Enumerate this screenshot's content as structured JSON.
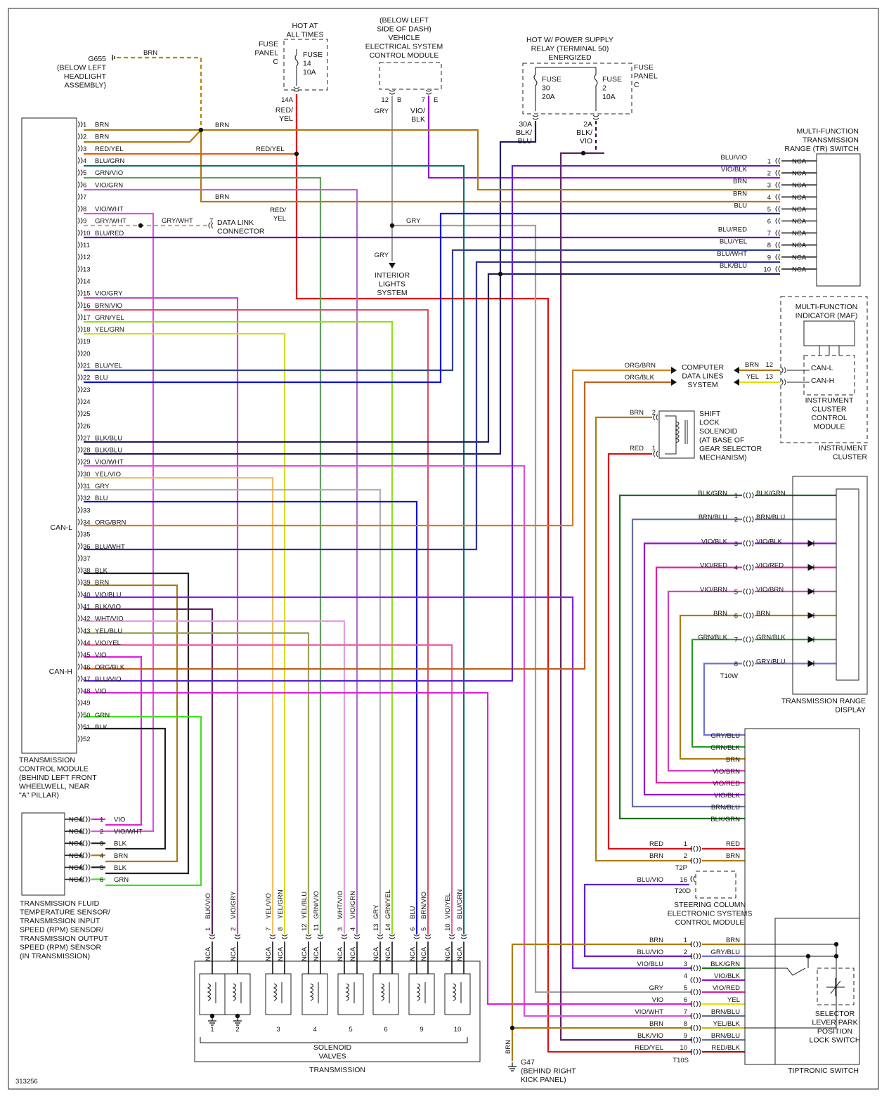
{
  "figure_id": "313256",
  "colors": {
    "BRN": "#b8860b",
    "RED": "#e01010",
    "ORG": "#f07010",
    "BLU": "#1010e0",
    "GRN": "#20c020",
    "VIO": "#9010e0",
    "GRY": "#a0a0a0",
    "YEL": "#e0e000",
    "BLK": "#202020",
    "WHT": "#c8c8c8",
    "PNK": "#e040e0"
  },
  "components": {
    "tcm": [
      "TRANSMISSION",
      "CONTROL MODULE",
      "(BEHIND LEFT FRONT",
      "WHEELWELL, NEAR",
      "\"A\" PILLAR)"
    ],
    "can_l": "CAN-L",
    "can_h": "CAN-H",
    "ground_g655": [
      "G655",
      "(BELOW LEFT",
      "HEADLIGHT",
      "ASSEMBLY)"
    ],
    "hot_at_all_times": [
      "HOT AT",
      "ALL TIMES"
    ],
    "fuse_panel_c_left": [
      "FUSE",
      "PANEL",
      "C"
    ],
    "fuse14": [
      "FUSE",
      "14",
      "10A"
    ],
    "fuse14_term": "14A",
    "vescm": [
      "(BELOW LEFT",
      "SIDE OF DASH)",
      "VEHICLE",
      "ELECTRICAL SYSTEM",
      "CONTROL MODULE"
    ],
    "vescm_pins": [
      "12",
      "B",
      "7",
      "E"
    ],
    "hot_w_power": [
      "HOT W/ POWER SUPPLY",
      "RELAY (TERMINAL 50)",
      "ENERGIZED"
    ],
    "fuse30": [
      "FUSE",
      "30",
      "20A"
    ],
    "fuse2": [
      "FUSE",
      "2",
      "10A"
    ],
    "fuse_panel_c_right": [
      "FUSE",
      "PANEL",
      "C"
    ],
    "fuse30_term": [
      "30A",
      "BLK/",
      "BLU"
    ],
    "fuse2_term": [
      "2A",
      "BLK/",
      "VIO"
    ],
    "interior_lights": [
      "INTERIOR",
      "LIGHTS",
      "SYSTEM"
    ],
    "data_link": [
      "DATA LINK",
      "CONNECTOR"
    ],
    "tr_switch": [
      "MULTI-FUNCTION",
      "TRANSMISSION",
      "RANGE (TR) SWITCH"
    ],
    "maf": [
      "MULTI-FUNCTION",
      "INDICATOR (MAF)"
    ],
    "can_l_lbl": "CAN-L",
    "can_h_lbl": "CAN-H",
    "icc": [
      "INSTRUMENT",
      "CLUSTER",
      "CONTROL",
      "MODULE"
    ],
    "instrument_cluster": [
      "INSTRUMENT",
      "CLUSTER"
    ],
    "computer_data": [
      "COMPUTER",
      "DATA LINES",
      "SYSTEM"
    ],
    "shift_lock": [
      "SHIFT",
      "LOCK",
      "SOLENOID",
      "(AT BASE OF",
      "GEAR SELECTOR",
      "MECHANISM)"
    ],
    "tr_display": [
      "TRANSMISSION RANGE",
      "DISPLAY"
    ],
    "t10w": "T10W",
    "t2p": "T2P",
    "t20d": "T20D",
    "t10s": "T10S",
    "scescm": [
      "STEERING COLUMN",
      "ELECTRONIC SYSTEMS",
      "CONTROL MODULE"
    ],
    "selector": [
      "SELECTOR",
      "LEVER PARK",
      "POSITION",
      "LOCK SWITCH"
    ],
    "tiptronic": "TIPTRONIC SWITCH",
    "tft_sensor": [
      "TRANSMISSION FLUID",
      "TEMPERATURE SENSOR/",
      "TRANSMISSION INPUT",
      "SPEED (RPM) SENSOR/",
      "TRANSMISSION OUTPUT",
      "SPEED (RPM) SENSOR",
      "(IN TRANSMISSION)"
    ],
    "solenoid_valves": [
      "SOLENOID",
      "VALVES"
    ],
    "transmission": "TRANSMISSION",
    "g47": [
      "G47",
      "(BEHIND RIGHT",
      "KICK PANEL)"
    ],
    "nca": "NCA"
  },
  "tcm_pins": [
    {
      "n": "1",
      "label": "BRN"
    },
    {
      "n": "2",
      "label": "BRN"
    },
    {
      "n": "3",
      "label": "RED/YEL"
    },
    {
      "n": "4",
      "label": "BLU/GRN"
    },
    {
      "n": "5",
      "label": "GRN/VIO"
    },
    {
      "n": "6",
      "label": "VIO/GRN"
    },
    {
      "n": "7",
      "label": ""
    },
    {
      "n": "8",
      "label": "VIO/WHT"
    },
    {
      "n": "9",
      "label": "GRY/WHT"
    },
    {
      "n": "10",
      "label": "BLU/RED"
    },
    {
      "n": "11",
      "label": ""
    },
    {
      "n": "12",
      "label": ""
    },
    {
      "n": "13",
      "label": ""
    },
    {
      "n": "14",
      "label": ""
    },
    {
      "n": "15",
      "label": "VIO/GRY"
    },
    {
      "n": "16",
      "label": "BRN/VIO"
    },
    {
      "n": "17",
      "label": "GRN/YEL"
    },
    {
      "n": "18",
      "label": "YEL/GRN"
    },
    {
      "n": "19",
      "label": ""
    },
    {
      "n": "20",
      "label": ""
    },
    {
      "n": "21",
      "label": "BLU/YEL"
    },
    {
      "n": "22",
      "label": "BLU"
    },
    {
      "n": "23",
      "label": ""
    },
    {
      "n": "24",
      "label": ""
    },
    {
      "n": "25",
      "label": ""
    },
    {
      "n": "26",
      "label": ""
    },
    {
      "n": "27",
      "label": "BLK/BLU"
    },
    {
      "n": "28",
      "label": "BLK/BLU"
    },
    {
      "n": "29",
      "label": "VIO/WHT"
    },
    {
      "n": "30",
      "label": "YEL/VIO"
    },
    {
      "n": "31",
      "label": "GRY"
    },
    {
      "n": "32",
      "label": "BLU"
    },
    {
      "n": "33",
      "label": ""
    },
    {
      "n": "34",
      "label": "ORG/BRN"
    },
    {
      "n": "35",
      "label": ""
    },
    {
      "n": "36",
      "label": "BLU/WHT"
    },
    {
      "n": "37",
      "label": ""
    },
    {
      "n": "38",
      "label": "BLK"
    },
    {
      "n": "39",
      "label": "BRN"
    },
    {
      "n": "40",
      "label": "VIO/BLU"
    },
    {
      "n": "41",
      "label": "BLK/VIO"
    },
    {
      "n": "42",
      "label": "WHT/VIO"
    },
    {
      "n": "43",
      "label": "YEL/BLU"
    },
    {
      "n": "44",
      "label": "VIO/YEL"
    },
    {
      "n": "45",
      "label": "VIO"
    },
    {
      "n": "46",
      "label": "ORG/BLK"
    },
    {
      "n": "47",
      "label": "BLU/VIO"
    },
    {
      "n": "48",
      "label": "VIO"
    },
    {
      "n": "49",
      "label": ""
    },
    {
      "n": "50",
      "label": "GRN"
    },
    {
      "n": "51",
      "label": "BLK"
    },
    {
      "n": "52",
      "label": ""
    }
  ],
  "tr_switch_pins": [
    {
      "n": "1",
      "label": "BLU/VIO"
    },
    {
      "n": "2",
      "label": "VIO/BLK"
    },
    {
      "n": "3",
      "label": "BRN"
    },
    {
      "n": "4",
      "label": "BRN"
    },
    {
      "n": "5",
      "label": "BLU"
    },
    {
      "n": "6",
      "label": ""
    },
    {
      "n": "7",
      "label": "BLU/RED"
    },
    {
      "n": "8",
      "label": "BLU/YEL"
    },
    {
      "n": "9",
      "label": "BLU/WHT"
    },
    {
      "n": "10",
      "label": "BLK/BLU"
    }
  ],
  "display_pins": [
    {
      "n": "1",
      "left": "BLK/GRN",
      "right": "BLK/GRN"
    },
    {
      "n": "2",
      "left": "BRN/BLU",
      "right": "BRN/BLU"
    },
    {
      "n": "3",
      "left": "VIO/BLK",
      "right": "VIO/BLK"
    },
    {
      "n": "4",
      "left": "VIO/RED",
      "right": "VIO/RED"
    },
    {
      "n": "5",
      "left": "VIO/BRN",
      "right": "VIO/BRN"
    },
    {
      "n": "6",
      "left": "BRN",
      "right": "BRN"
    },
    {
      "n": "7",
      "left": "GRN/BLK",
      "right": "GRN/BLK"
    },
    {
      "n": "8",
      "left": "",
      "right": "GRY/BLU"
    }
  ],
  "tiptronic_upper": [
    "GRY/BLU",
    "GRN/BLK",
    "BRN",
    "VIO/BRN",
    "VIO/RED",
    "VIO/BLK",
    "BRN/BLU",
    "BLK/GRN"
  ],
  "t2p_pins": [
    {
      "n": "1",
      "left": "RED",
      "right": "RED"
    },
    {
      "n": "2",
      "left": "BRN",
      "right": "BRN"
    }
  ],
  "t20d_pin": {
    "n": "16",
    "label": "BLU/VIO"
  },
  "t10s_pins": [
    {
      "n": "1",
      "left": "BRN",
      "right": "BRN"
    },
    {
      "n": "2",
      "left": "BLU/VIO",
      "right": "GRY/BLU"
    },
    {
      "n": "3",
      "left": "VIO/BLU",
      "right": "BLK/GRN"
    },
    {
      "n": "4",
      "left": "",
      "right": "VIO/BLK"
    },
    {
      "n": "5",
      "left": "GRY",
      "right": "VIO/RED"
    },
    {
      "n": "6",
      "left": "VIO",
      "right": "YEL"
    },
    {
      "n": "7",
      "left": "VIO/WHT",
      "right": "BRN/BLU"
    },
    {
      "n": "8",
      "left": "BRN",
      "right": "YEL/BLK"
    },
    {
      "n": "9",
      "left": "BLK/VIO",
      "right": "BRN/BLU"
    },
    {
      "n": "10",
      "left": "RED/YEL",
      "right": "RED/BLK"
    }
  ],
  "maf_can": [
    {
      "n": "12",
      "label": "BRN"
    },
    {
      "n": "13",
      "label": "YEL"
    }
  ],
  "data_lines": [
    "ORG/BRN",
    "ORG/BLK"
  ],
  "shift_lock_pins": [
    {
      "n": "2",
      "label": "BRN"
    },
    {
      "n": "1",
      "label": "RED"
    }
  ],
  "sensor_pins": [
    {
      "n": "1",
      "label": "VIO"
    },
    {
      "n": "2",
      "label": "VIO/WHT"
    },
    {
      "n": "3",
      "label": "BLK"
    },
    {
      "n": "4",
      "label": "BRN"
    },
    {
      "n": "5",
      "label": "BLK"
    },
    {
      "n": "6",
      "label": "GRN"
    }
  ],
  "solenoids": [
    {
      "n": "1",
      "pins": [
        {
          "p": "1",
          "w": "BLK/VIO"
        }
      ]
    },
    {
      "n": "2",
      "pins": [
        {
          "p": "2",
          "w": "VIO/GRY"
        }
      ]
    },
    {
      "n": "3",
      "pins": [
        {
          "p": "7",
          "w": "YEL/VIO"
        },
        {
          "p": "8",
          "w": "YEL/GRN"
        }
      ]
    },
    {
      "n": "4",
      "pins": [
        {
          "p": "12",
          "w": "YEL/BLU"
        },
        {
          "p": "11",
          "w": "GRN/VIO"
        }
      ]
    },
    {
      "n": "5",
      "pins": [
        {
          "p": "3",
          "w": "WHT/VIO"
        },
        {
          "p": "4",
          "w": "VIO/GRN"
        }
      ]
    },
    {
      "n": "6",
      "pins": [
        {
          "p": "13",
          "w": "GRY"
        },
        {
          "p": "14",
          "w": "GRN/YEL"
        }
      ]
    },
    {
      "n": "9",
      "pins": [
        {
          "p": "6",
          "w": "BLU"
        },
        {
          "p": "5",
          "w": "BRN/VIO"
        }
      ]
    },
    {
      "n": "10",
      "pins": [
        {
          "p": "10",
          "w": "VIO/YEL"
        },
        {
          "p": "9",
          "w": "BLU/GRN"
        }
      ]
    }
  ],
  "misc_labels": {
    "brn": "BRN",
    "red_yel": "RED/YEL",
    "red_yel_vert": [
      "RED/",
      "YEL"
    ],
    "gry": "GRY",
    "vio_e": [
      "VIO/",
      "BLK"
    ],
    "gry_wht": "GRY/WHT",
    "dlc_pin": "7"
  }
}
